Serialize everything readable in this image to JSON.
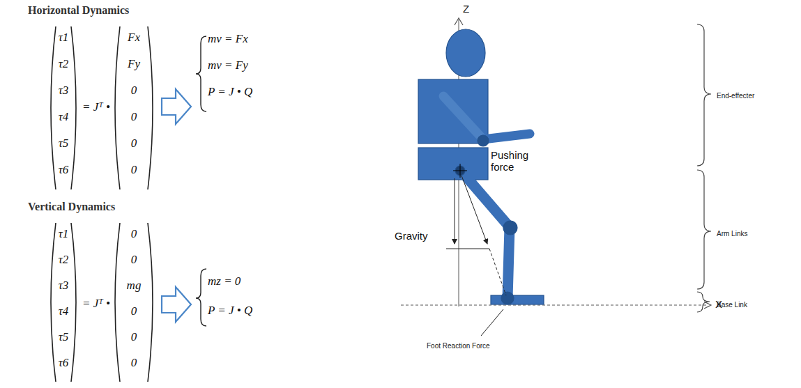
{
  "diagram": {
    "labels": [
      "Horizontal Dynamics",
      "τ1",
      "τ2",
      "τ3",
      "τ4",
      "τ5",
      "τ6",
      "= Jᵀ •",
      "Fx",
      "Fy",
      "0",
      "0",
      "0",
      "0",
      "mv = Fx",
      "mv = Fy",
      "P = J • Q",
      "Vertical Dynamics",
      "τ1",
      "τ2",
      "τ3",
      "τ4",
      "τ5",
      "τ6",
      "= Jᵀ •",
      "0",
      "0",
      "mg",
      "0",
      "0",
      "0",
      "mz = 0",
      "P = J • Q",
      "Z",
      "X",
      "Pushing force",
      "Gravity",
      "Foot Reaction Force",
      "End-effecter",
      "Arm Links",
      "Base Link"
    ]
  }
}
